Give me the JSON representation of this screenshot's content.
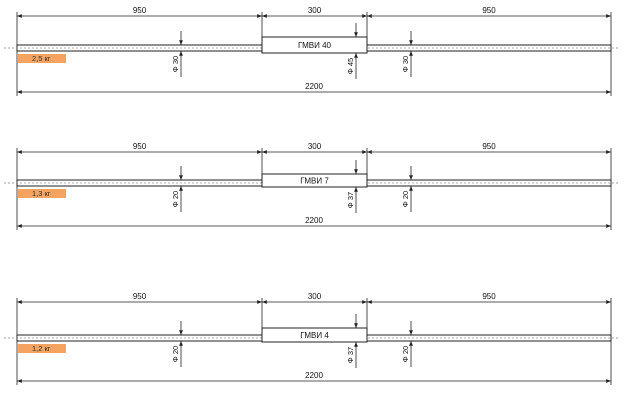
{
  "colors": {
    "weight_badge": "#f4a460",
    "line": "#222222",
    "axis": "#999999"
  },
  "assemblies": [
    {
      "left_len": "950",
      "center_len": "300",
      "right_len": "950",
      "total_len": "2200",
      "center_label": "ГМВИ 40",
      "rod_diameter_left": "Φ 30",
      "body_diameter": "Φ 45",
      "rod_diameter_right": "Φ 30",
      "weight": "2,5 кг"
    },
    {
      "left_len": "950",
      "center_len": "300",
      "right_len": "950",
      "total_len": "2200",
      "center_label": "ГМВИ 7",
      "rod_diameter_left": "Φ 20",
      "body_diameter": "Φ 37",
      "rod_diameter_right": "Φ 20",
      "weight": "1,3 кг"
    },
    {
      "left_len": "950",
      "center_len": "300",
      "right_len": "950",
      "total_len": "2200",
      "center_label": "ГМВИ 4",
      "rod_diameter_left": "Φ 20",
      "body_diameter": "Φ 37",
      "rod_diameter_right": "Φ 20",
      "weight": "1,2 кг"
    }
  ]
}
